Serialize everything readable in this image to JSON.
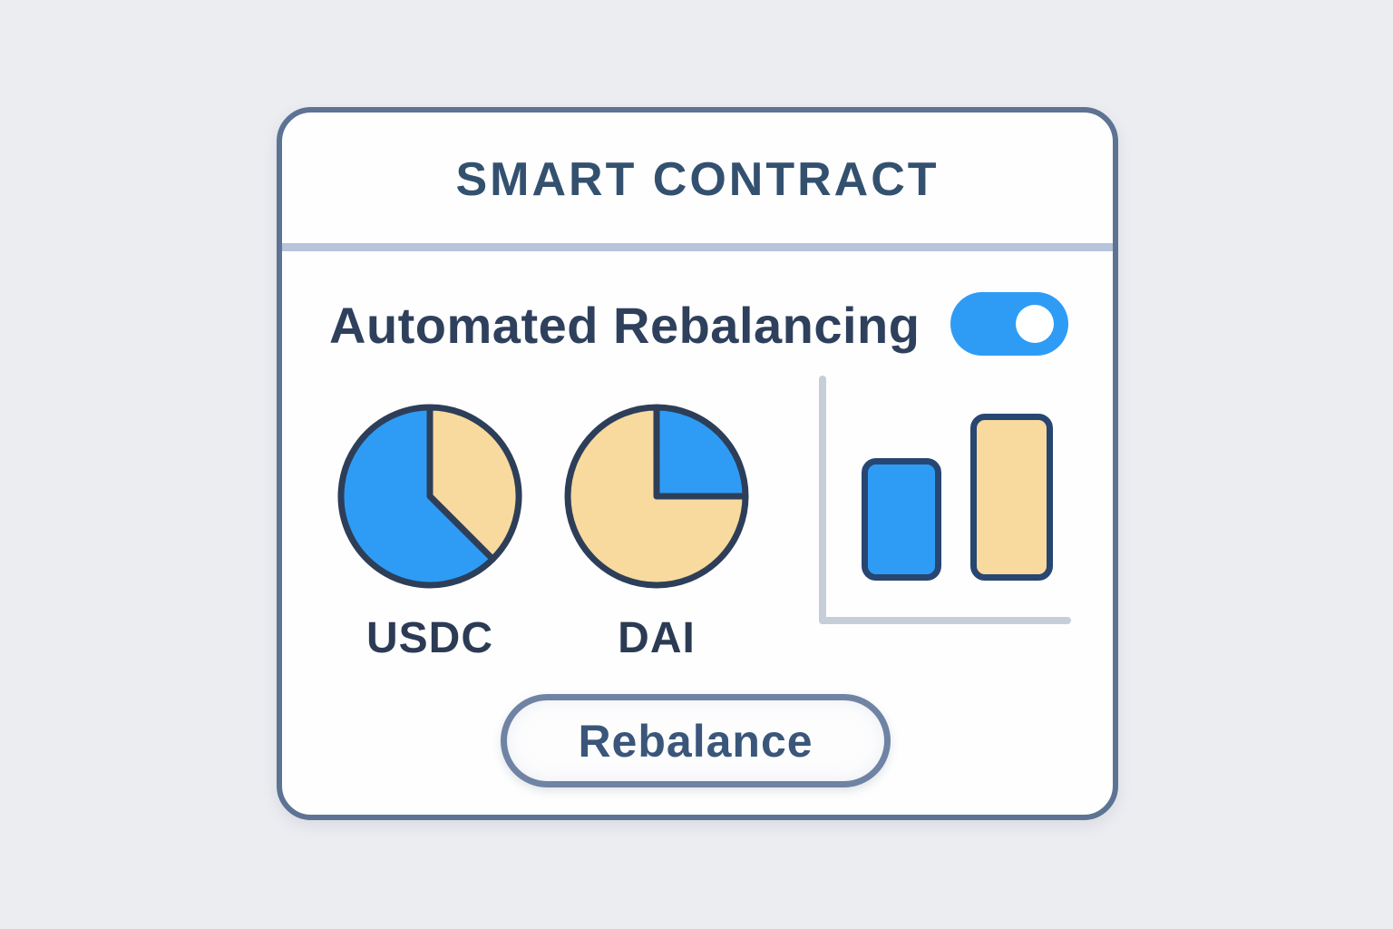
{
  "colors": {
    "background": "#ECEDF1",
    "card_bg": "#FEFEFE",
    "card_border": "#5D7393",
    "title_navy": "#33516F",
    "text_navy": "#2E405C",
    "blue": "#2E9CF5",
    "yellow": "#F8D99E",
    "outline_navy": "#2D3E59",
    "bar_outline": "#274672",
    "divider": "#B7C4D9",
    "axis_gray": "#C6CEDA"
  },
  "card": {
    "title": "SMART CONTRACT",
    "automation": {
      "label": "Automated Rebalancing",
      "toggle_state": "on"
    },
    "pie_labels": [
      "USDC",
      "DAI"
    ],
    "action_button": "Rebalance"
  },
  "chart_data": [
    {
      "type": "pie",
      "title": "USDC",
      "start_angle": "12-oclock",
      "direction": "clockwise",
      "slices": [
        {
          "label": "yellow-share",
          "value": 37.5,
          "color": "yellow"
        },
        {
          "label": "blue-share",
          "value": 62.5,
          "color": "blue"
        }
      ]
    },
    {
      "type": "pie",
      "title": "DAI",
      "start_angle": "12-oclock",
      "direction": "clockwise",
      "slices": [
        {
          "label": "blue-share",
          "value": 25,
          "color": "blue"
        },
        {
          "label": "yellow-share",
          "value": 75,
          "color": "yellow"
        }
      ]
    },
    {
      "type": "bar",
      "categories": [
        "USDC",
        "DAI"
      ],
      "values": [
        50,
        68
      ],
      "ylim": [
        0,
        100
      ],
      "bar_colors": [
        "blue",
        "yellow"
      ],
      "legend": "none",
      "grid": "off"
    }
  ]
}
